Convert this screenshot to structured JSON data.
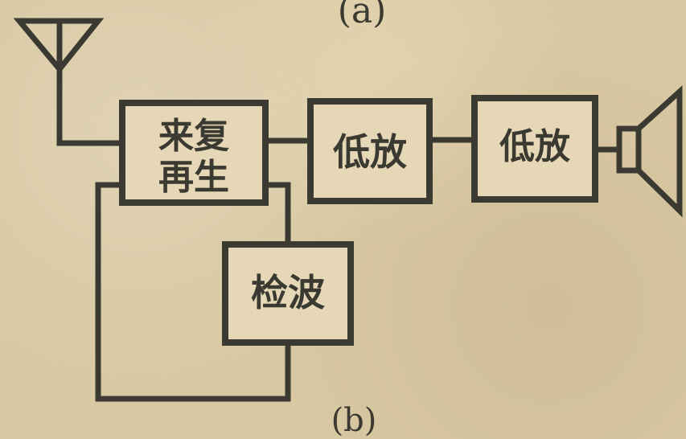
{
  "captions": {
    "top": "(a)",
    "bottom": "(b)"
  },
  "blocks": {
    "regen_line1": "来复",
    "regen_line2": "再生",
    "amp1": "低放",
    "amp2": "低放",
    "detector": "检波"
  },
  "colors": {
    "ink": "#3a3a32",
    "paper": "#d9c9a3"
  }
}
